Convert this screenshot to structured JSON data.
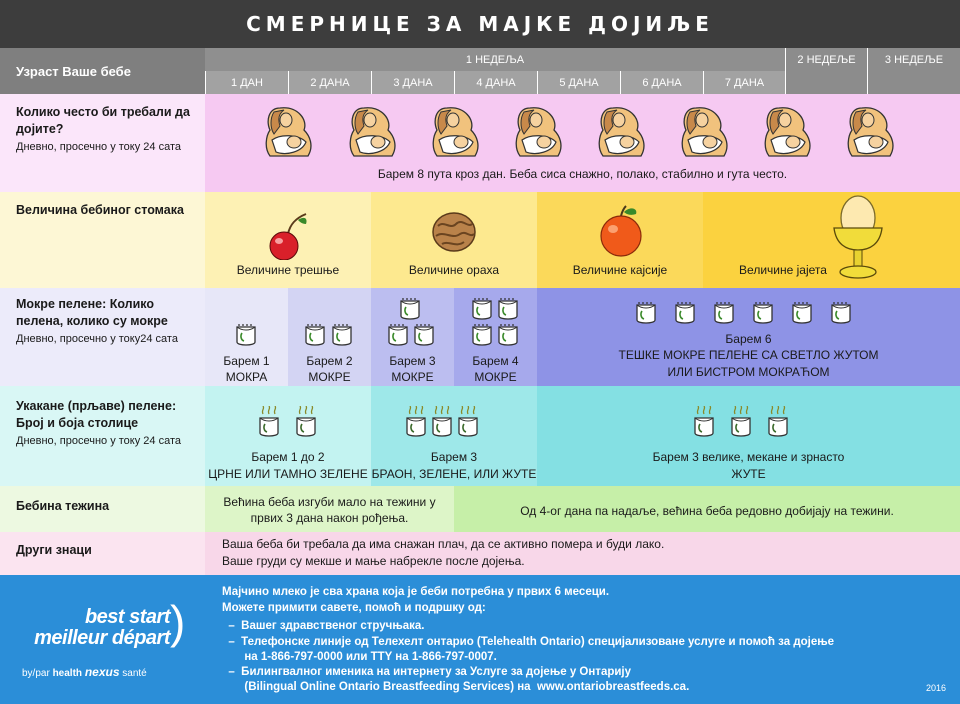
{
  "title": "СМЕРНИЦЕ ЗА МАЈКЕ ДОЈИЉЕ",
  "header": {
    "age_label": "Узраст Ваше бебе",
    "week1": "1 НЕДЕЉА",
    "week2": "2 НЕДЕЉЕ",
    "week3": "3 НЕДЕЉЕ",
    "days": [
      "1 ДАН",
      "2 ДАНА",
      "3 ДАНА",
      "4 ДАНА",
      "5 ДАНА",
      "6 ДАНА",
      "7 ДАНА"
    ]
  },
  "rows": {
    "feeding": {
      "label": "Колико често би требали да дојите?",
      "sub": "Дневно, просечно у току 24 сата",
      "text": "Барем 8 пута кроз дан. Беба сиса снажно, полако, стабилно и гута често."
    },
    "stomach": {
      "label": "Величина бебиног стомака",
      "cherry": "Величине трешње",
      "walnut": "Величине ораха",
      "apricot": "Величине кајсије",
      "egg": "Величине јајета"
    },
    "wet": {
      "label": "Мокре пелене: Колико пелена, колико су мокре",
      "sub": "Дневно, просечно у току24 сата",
      "d1": "Барем 1 МОКРА",
      "d2": "Барем 2 МОКРЕ",
      "d3": "Барем 3 МОКРЕ",
      "d4": "Барем 4 МОКРЕ",
      "d5_line1": "Барем 6",
      "d5_line2": "ТЕШКЕ МОКРЕ ПЕЛЕНЕ СА СВЕТЛО ЖУТОМ",
      "d5_line3": "ИЛИ БИСТРОМ МОКРАЋОМ"
    },
    "stool": {
      "label": "Укакане (прљаве) пелене: Број и боја столице",
      "sub": "Дневно, просечно у току 24 сата",
      "a_line1": "Барем 1 до 2",
      "a_line2": "ЦРНЕ ИЛИ ТАМНО ЗЕЛЕНЕ",
      "b_line1": "Барем 3",
      "b_line2": "БРАОН, ЗЕЛЕНЕ, ИЛИ ЖУТЕ",
      "c_line1": "Барем 3 велике, мекане и зрнасто",
      "c_line2": "ЖУТЕ"
    },
    "weight": {
      "label": "Бебина тежина",
      "a": "Већина беба изгуби мало на тежини у првих 3 дана након рођења.",
      "b": "Од 4-ог дана па надаље, већина беба редовно добијају на тежини."
    },
    "other": {
      "label": "Други знаци",
      "line1": "Ваша беба би требала да има снажан плач, да се активно помера и буди лако.",
      "line2": "Ваше груди су мекше и мање набрекле после дојења."
    }
  },
  "footer": {
    "logo_line1": "best start",
    "logo_line2": "meilleur départ",
    "logo_by": "by/par",
    "logo_org1": "health",
    "logo_org2": "nexus",
    "logo_org3": "santé",
    "lines": [
      "Мајчино млеко је сва храна која је беби потребна у првих 6 месеци.",
      "Можете примити савете, помоћ и подршку од:",
      "  –  Вашег здравственог стручњака.",
      "  –  Телефонске линије од Телехелт онтарио (Telehealth Ontario) специјализоване услуге и помоћ за дојење",
      "       на 1-866-797-0000 или TTY на 1-866-797-0007.",
      "  –  Билингвалног именика на интернету за Услуге за дојење у Онтарију",
      "       (Bilingual Online Ontario Breastfeeding Services) на  www.ontariobreastfeeds.ca."
    ],
    "year": "2016"
  },
  "colors": {
    "pink": "#f6c9f2",
    "yellow_light": "#fdf7d5",
    "yellow1": "#fdf1b4",
    "yellow2": "#fde98f",
    "yellow3": "#fbd95a",
    "lavender1": "#e7e7f8",
    "lavender2": "#d3d4f3",
    "lavender3": "#bcbef0",
    "lavender4": "#a6a9ec",
    "periwinkle": "#8e93e6",
    "mint1": "#c3f3f1",
    "mint2": "#9ee8e9",
    "green1": "#ddf5c8",
    "green2": "#c6efa8",
    "rose": "#f8d7e9",
    "footer_blue": "#2b8ed8"
  },
  "icons": [
    "breastfeeding-mother-icon",
    "cherry-icon",
    "walnut-icon",
    "apricot-icon",
    "egg-cup-icon",
    "wet-diaper-icon",
    "dirty-diaper-icon"
  ]
}
